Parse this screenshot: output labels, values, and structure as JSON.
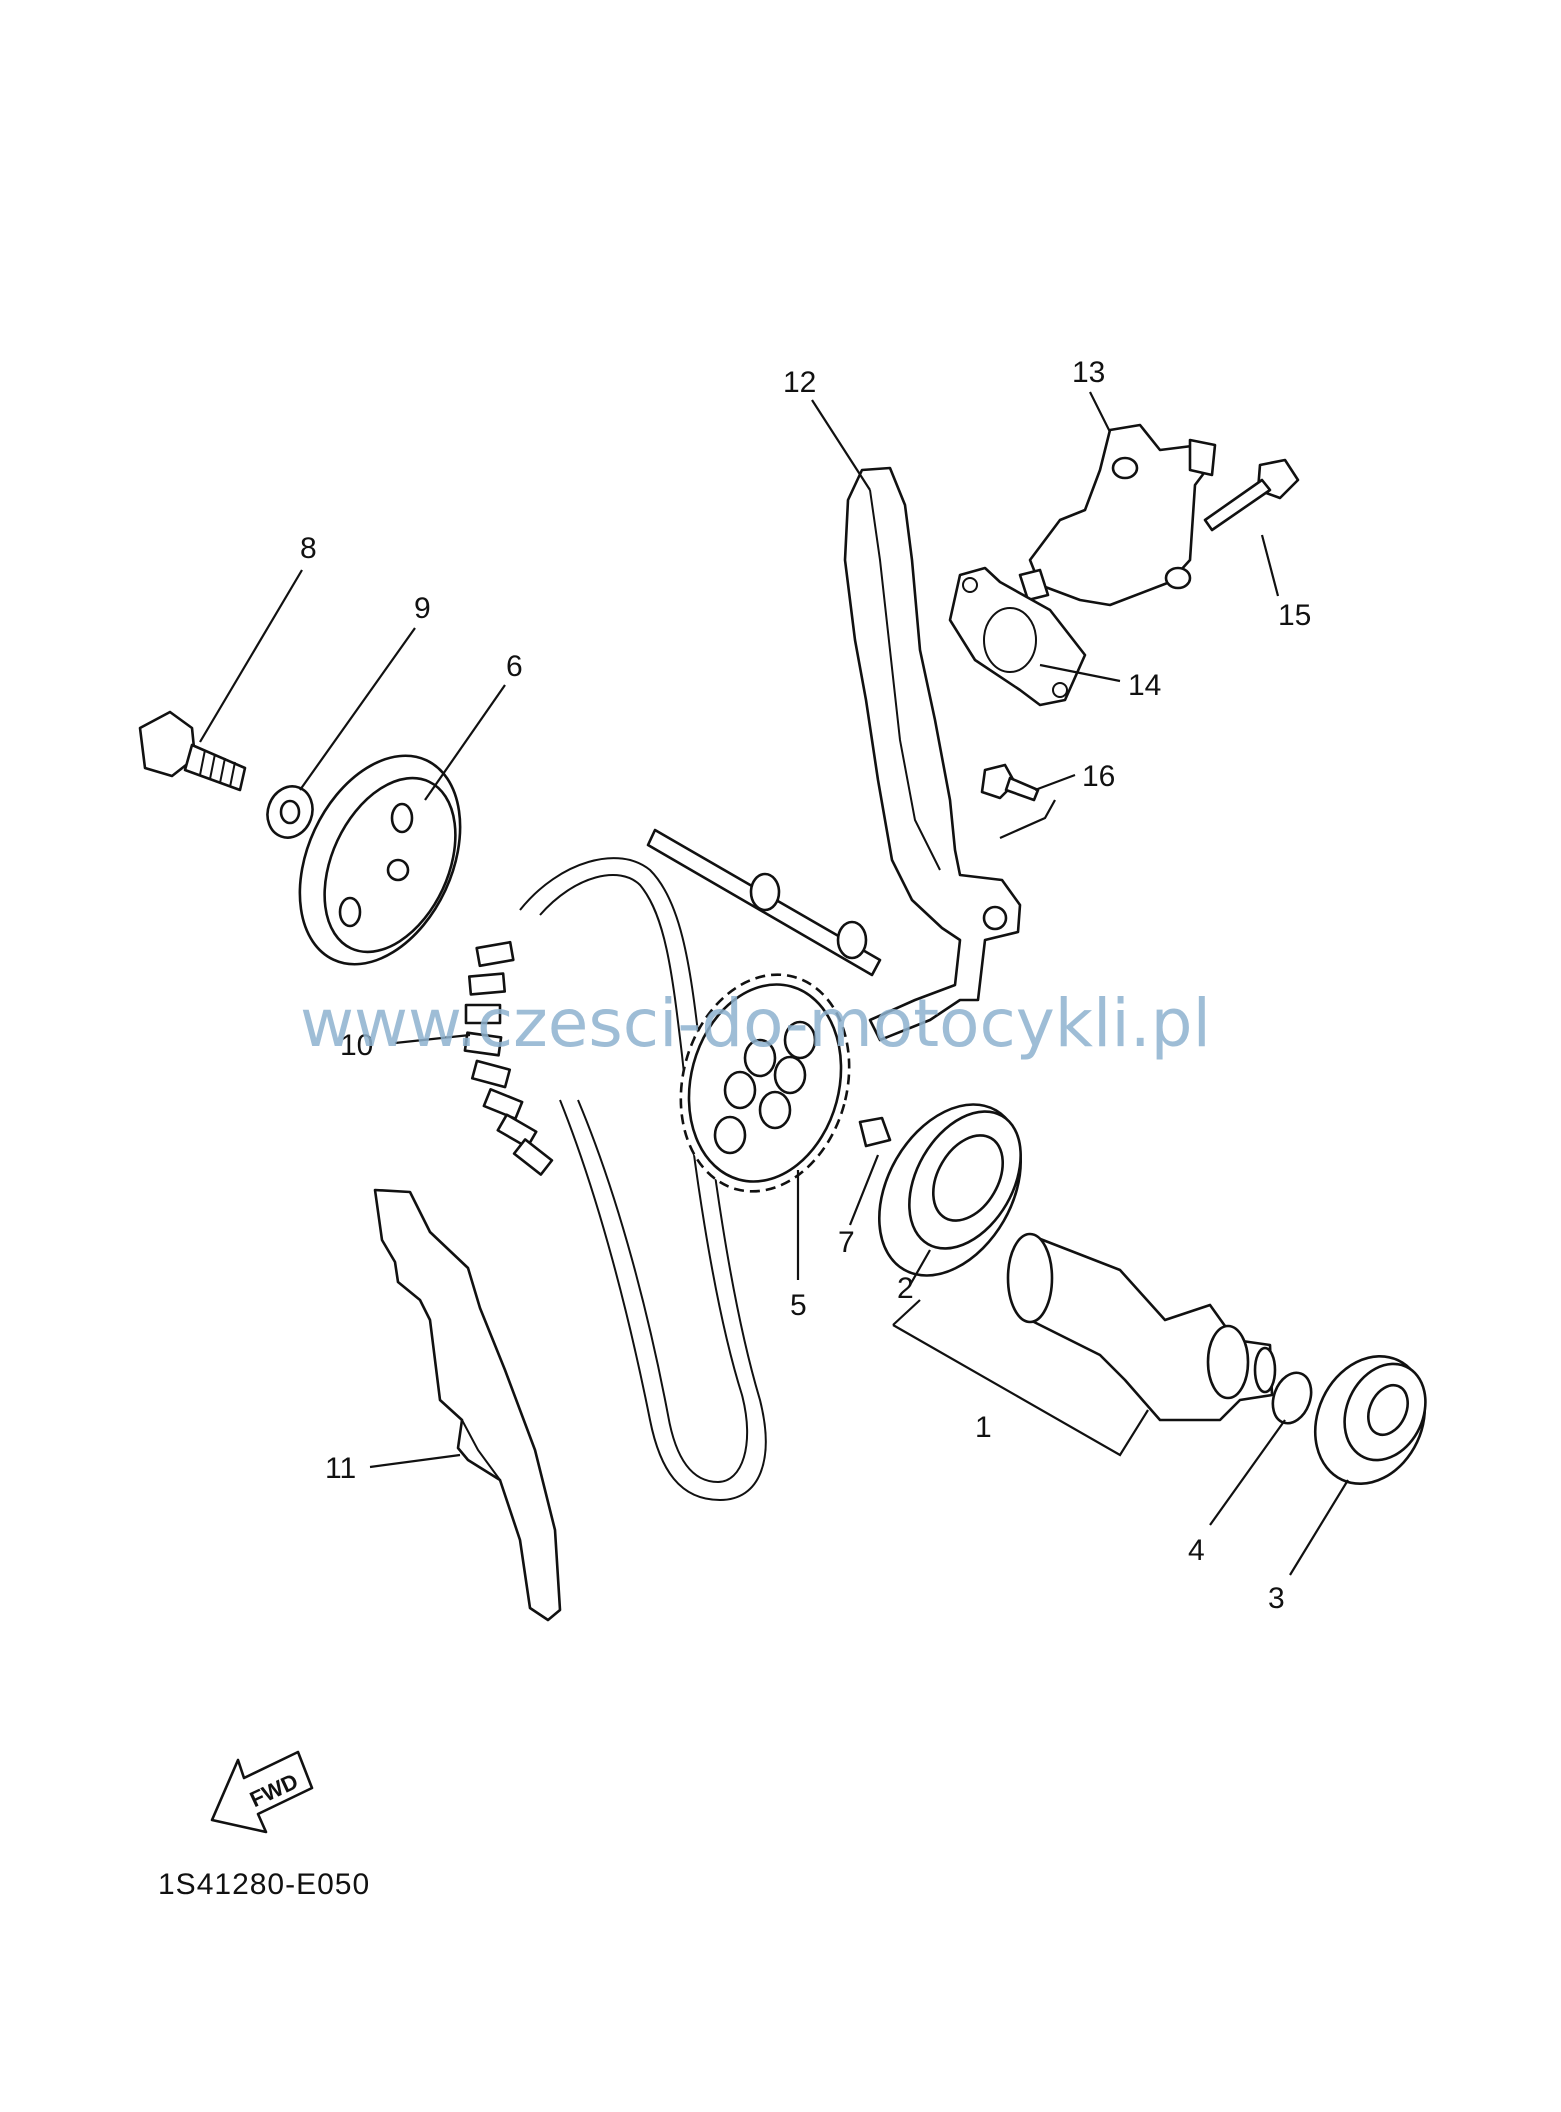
{
  "diagram": {
    "drawing_code": "1S41280-E050",
    "watermark": "www.czesci-do-motocykli.pl",
    "fwd_label": "FWD",
    "callouts": [
      "1",
      "2",
      "3",
      "4",
      "5",
      "6",
      "7",
      "8",
      "9",
      "10",
      "11",
      "12",
      "13",
      "14",
      "15",
      "16"
    ],
    "parts": [
      {
        "ref": "1",
        "kind": "camshaft"
      },
      {
        "ref": "2",
        "kind": "bearing"
      },
      {
        "ref": "3",
        "kind": "bearing"
      },
      {
        "ref": "4",
        "kind": "circlip"
      },
      {
        "ref": "5",
        "kind": "cam-sprocket"
      },
      {
        "ref": "6",
        "kind": "decompressor-plate"
      },
      {
        "ref": "7",
        "kind": "dowel-pin"
      },
      {
        "ref": "8",
        "kind": "bolt"
      },
      {
        "ref": "9",
        "kind": "washer"
      },
      {
        "ref": "10",
        "kind": "timing-chain"
      },
      {
        "ref": "11",
        "kind": "chain-guide-exhaust"
      },
      {
        "ref": "12",
        "kind": "chain-guide-intake"
      },
      {
        "ref": "13",
        "kind": "tensioner-assembly"
      },
      {
        "ref": "14",
        "kind": "gasket"
      },
      {
        "ref": "15",
        "kind": "bolt"
      },
      {
        "ref": "16",
        "kind": "bolt"
      }
    ]
  }
}
